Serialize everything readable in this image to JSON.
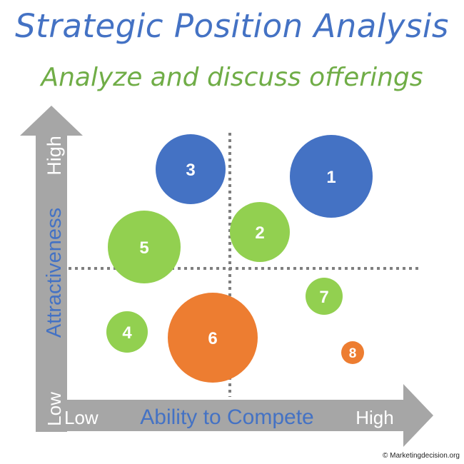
{
  "header": {
    "title": "Strategic Position Analysis",
    "subtitle": "Analyze and discuss offerings"
  },
  "axes": {
    "x_label": "Ability to Compete",
    "x_low": "Low",
    "x_high": "High",
    "y_label": "Attractiveness",
    "y_low": "Low",
    "y_high": "High"
  },
  "colors": {
    "blue": "#4472c4",
    "green": "#92d050",
    "orange": "#ed7d31",
    "arrow": "#a6a6a6",
    "divider": "#7f7f7f"
  },
  "offerings": [
    {
      "label": "1",
      "color": "blue"
    },
    {
      "label": "2",
      "color": "green"
    },
    {
      "label": "3",
      "color": "blue"
    },
    {
      "label": "4",
      "color": "green"
    },
    {
      "label": "5",
      "color": "green"
    },
    {
      "label": "6",
      "color": "orange"
    },
    {
      "label": "7",
      "color": "green"
    },
    {
      "label": "8",
      "color": "orange"
    }
  ],
  "footer": {
    "credit": "© Marketingdecision.org"
  }
}
